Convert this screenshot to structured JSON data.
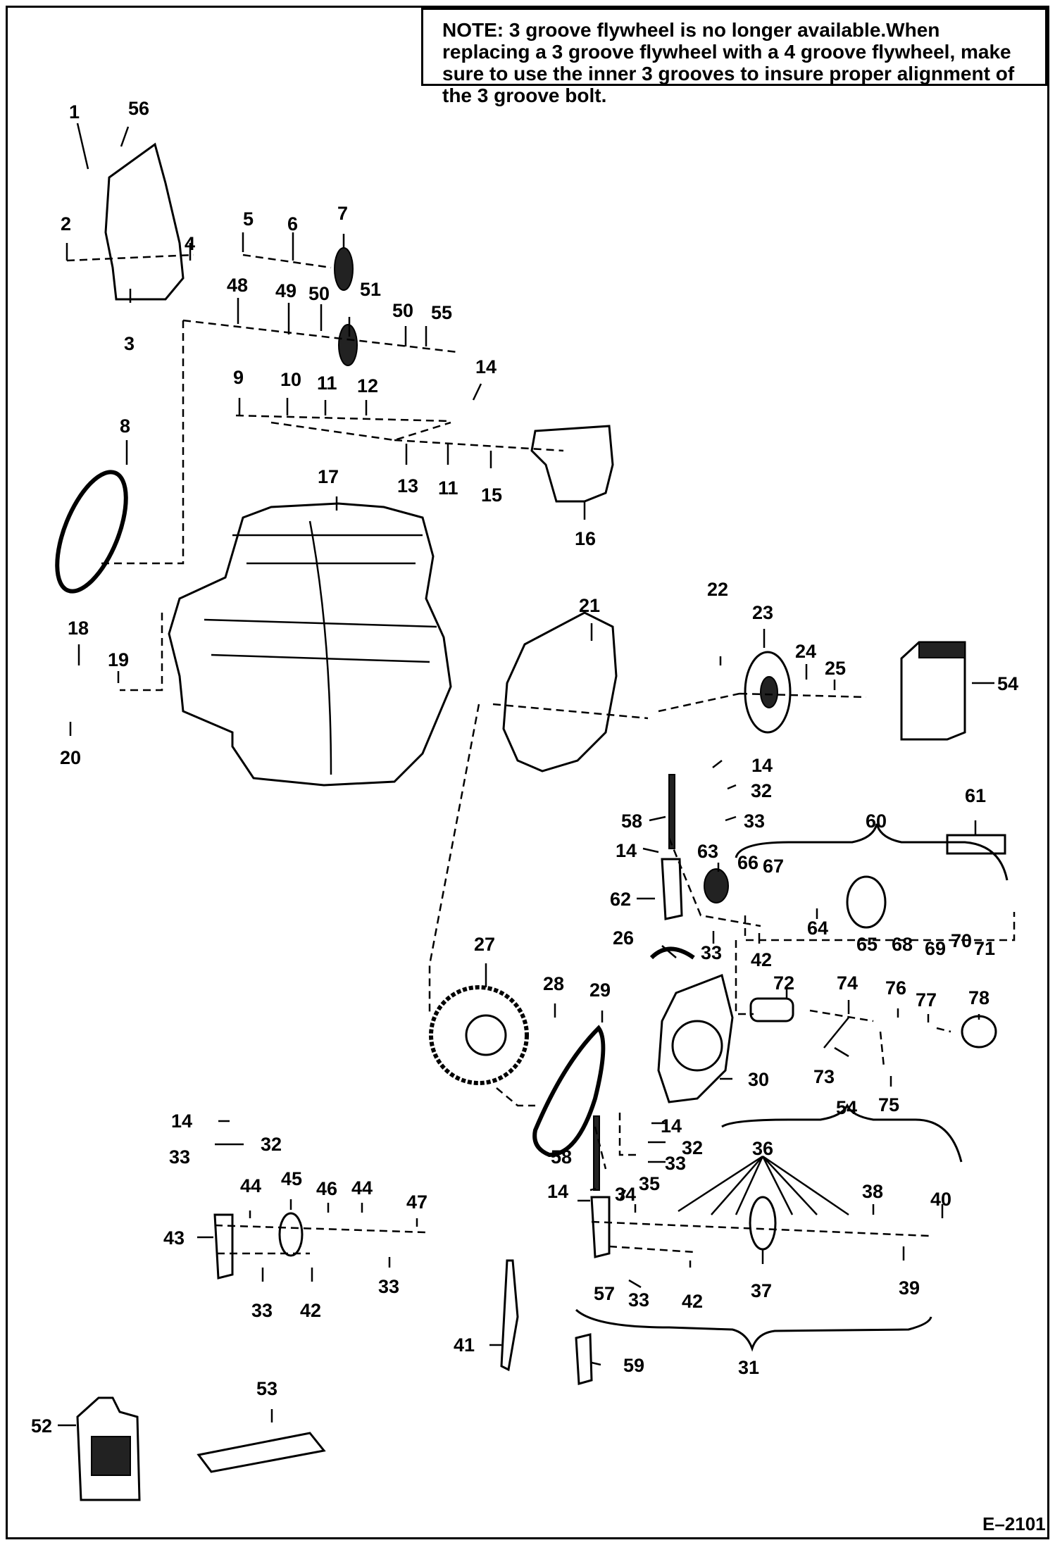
{
  "note": {
    "label": "NOTE:",
    "text": " 3 groove flywheel is no longer available.When replacing a 3 groove flywheel with a 4 groove flywheel, make sure to use the inner 3 grooves to insure proper alignment of the 3 groove bolt."
  },
  "figure_id": "E–2101",
  "callouts": [
    "1",
    "56",
    "2",
    "4",
    "3",
    "5",
    "6",
    "7",
    "48",
    "49",
    "50",
    "51",
    "50",
    "55",
    "9",
    "10",
    "11",
    "12",
    "14",
    "13",
    "11",
    "15",
    "16",
    "8",
    "17",
    "18",
    "19",
    "20",
    "21",
    "22",
    "23",
    "24",
    "25",
    "54",
    "14",
    "32",
    "33",
    "58",
    "14",
    "63",
    "66",
    "67",
    "60",
    "61",
    "62",
    "64",
    "65",
    "68",
    "69",
    "70",
    "71",
    "33",
    "42",
    "26",
    "27",
    "28",
    "29",
    "72",
    "74",
    "76",
    "77",
    "78",
    "73",
    "75",
    "30",
    "14",
    "32",
    "33",
    "44",
    "45",
    "46",
    "44",
    "47",
    "43",
    "33",
    "42",
    "33",
    "54",
    "14",
    "32",
    "33",
    "36",
    "58",
    "35",
    "14",
    "34",
    "38",
    "40",
    "57",
    "33",
    "42",
    "37",
    "39",
    "41",
    "59",
    "31",
    "52",
    "53"
  ]
}
